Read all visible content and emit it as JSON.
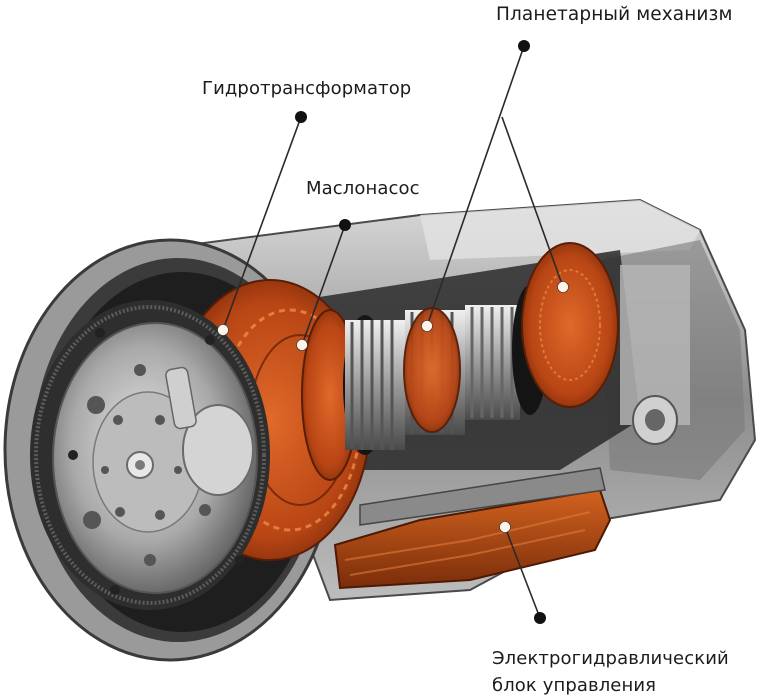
{
  "diagram": {
    "subject": "Automatic transmission cutaway",
    "labels": [
      {
        "id": "torque-converter",
        "text": "Гидротрансформатор"
      },
      {
        "id": "oil-pump",
        "text": "Маслонасос"
      },
      {
        "id": "planetary-gear",
        "text": "Планетарный механизм"
      },
      {
        "id": "hydraulic-control-unit",
        "line1": "Электрогидравлический",
        "line2": "блок управления"
      }
    ],
    "colors": {
      "highlight_orange": "#c8501a",
      "metal_light": "#c9c9c9",
      "metal_dark": "#3a3a3a",
      "leader_line": "#2a2a2a",
      "text": "#1c1c1c"
    }
  }
}
